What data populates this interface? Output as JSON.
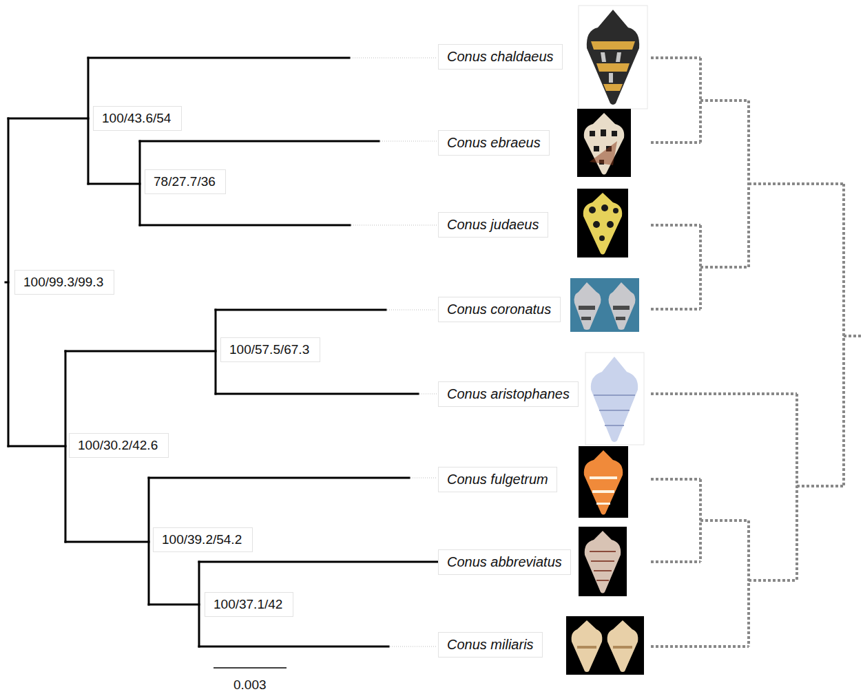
{
  "diagram": {
    "nodes": [
      {
        "text": [
          "Conus chaldaeus"
        ]
      },
      {
        "text": [
          "100/43.6/54"
        ]
      },
      {
        "text": [
          "Conus ebraeus"
        ]
      },
      {
        "text": [
          "78/27.7/36"
        ]
      },
      {
        "text": [
          "Conus judaeus"
        ]
      },
      {
        "text": [
          "100/99.3/99.3"
        ]
      },
      {
        "text": [
          "Conus coronatus"
        ]
      },
      {
        "text": [
          "100/57.5/67.3"
        ]
      },
      {
        "text": [
          "Conus aristophanes"
        ]
      },
      {
        "text": [
          "100/30.2/42.6"
        ]
      },
      {
        "text": [
          "Conus fulgetrum"
        ]
      },
      {
        "text": [
          "100/39.2/54.2"
        ]
      },
      {
        "text": [
          "Conus abbreviatus"
        ]
      },
      {
        "text": [
          "100/37.1/42"
        ]
      },
      {
        "text": [
          "Conus miliaris"
        ]
      }
    ],
    "labels": [
      "0.003"
    ]
  }
}
